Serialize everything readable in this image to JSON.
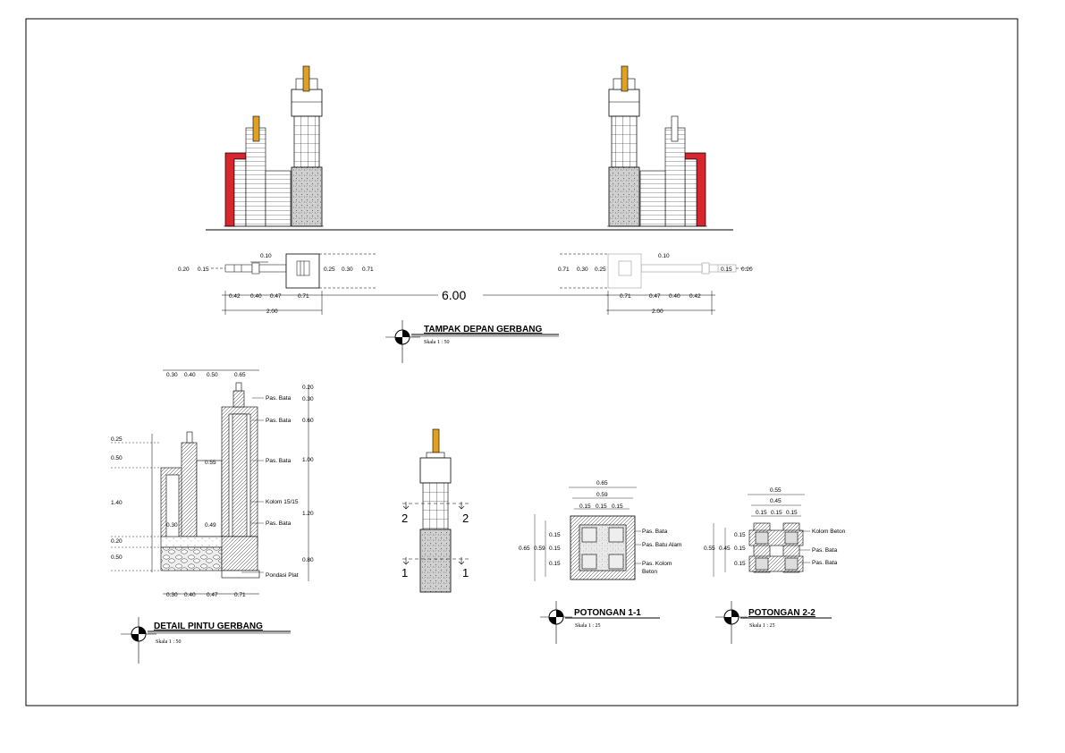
{
  "titles": {
    "front": {
      "title": "TAMPAK DEPAN GERBANG",
      "scale": "Skala  1 : 50"
    },
    "detail": {
      "title": "DETAIL PINTU GERBANG",
      "scale": "Skala  1 : 50"
    },
    "sec1": {
      "title": "POTONGAN 1-1",
      "scale": "Skala  1 : 25"
    },
    "sec2": {
      "title": "POTONGAN 2-2",
      "scale": "Skala  1 : 25"
    }
  },
  "plan_left": {
    "d010": "0.10",
    "d020": "0.20",
    "d015": "0.15",
    "d025": "0.25",
    "d030": "0.30",
    "d071": "0.71",
    "b042": "0.42",
    "b040": "0.40",
    "b047": "0.47",
    "b071": "0.71",
    "total": "2.00"
  },
  "plan_right": {
    "d010": "0.10",
    "d020": "0.20",
    "d015": "0.15",
    "d025": "0.25",
    "d030": "0.30",
    "d071": "0.71",
    "b042": "0.42",
    "b040": "0.40",
    "b047": "0.47",
    "b071": "0.71",
    "total": "2.00"
  },
  "span": "6.00",
  "detail": {
    "top": [
      "0.30",
      "0.40",
      "0.50",
      "0.65"
    ],
    "bottom": [
      "0.30",
      "0.40",
      "0.47",
      "0.71"
    ],
    "left": [
      "0.25",
      "0.50",
      "1.40",
      "0.20",
      "0.50"
    ],
    "right": [
      "0.20",
      "0.30",
      "0.60",
      "1.00",
      "1.20",
      "0.80"
    ],
    "inner": [
      "0.55",
      "0.30",
      "0.49"
    ],
    "labels": [
      "Pas. Bata",
      "Pas. Bata",
      "Pas. Bata",
      "Kolom 15/15",
      "Pas. Bata",
      "Pondasi Plat"
    ]
  },
  "cut_marks": {
    "two": "2",
    "one": "1"
  },
  "sec1": {
    "top": [
      "0.65",
      "0.59",
      "0.15",
      "0.15",
      "0.15"
    ],
    "left_outer": "0.65",
    "left_mid": "0.59",
    "left": [
      "0.15",
      "0.15",
      "0.15"
    ],
    "labels": [
      "Pas. Bata",
      "Pas. Batu Alam",
      "Pas. Kolom",
      "Beton"
    ]
  },
  "sec2": {
    "top": [
      "0.55",
      "0.45",
      "0.15",
      "0.15",
      "0.15"
    ],
    "left_outer": "0.55",
    "left_mid": "0.45",
    "left": [
      "0.15",
      "0.15",
      "0.15"
    ],
    "labels": [
      "Kolom Beton",
      "Pas. Bata",
      "Pas. Bata"
    ]
  },
  "colors": {
    "red": "#d8262e",
    "gold": "#e0a020",
    "stone": "#bdbdbd"
  }
}
